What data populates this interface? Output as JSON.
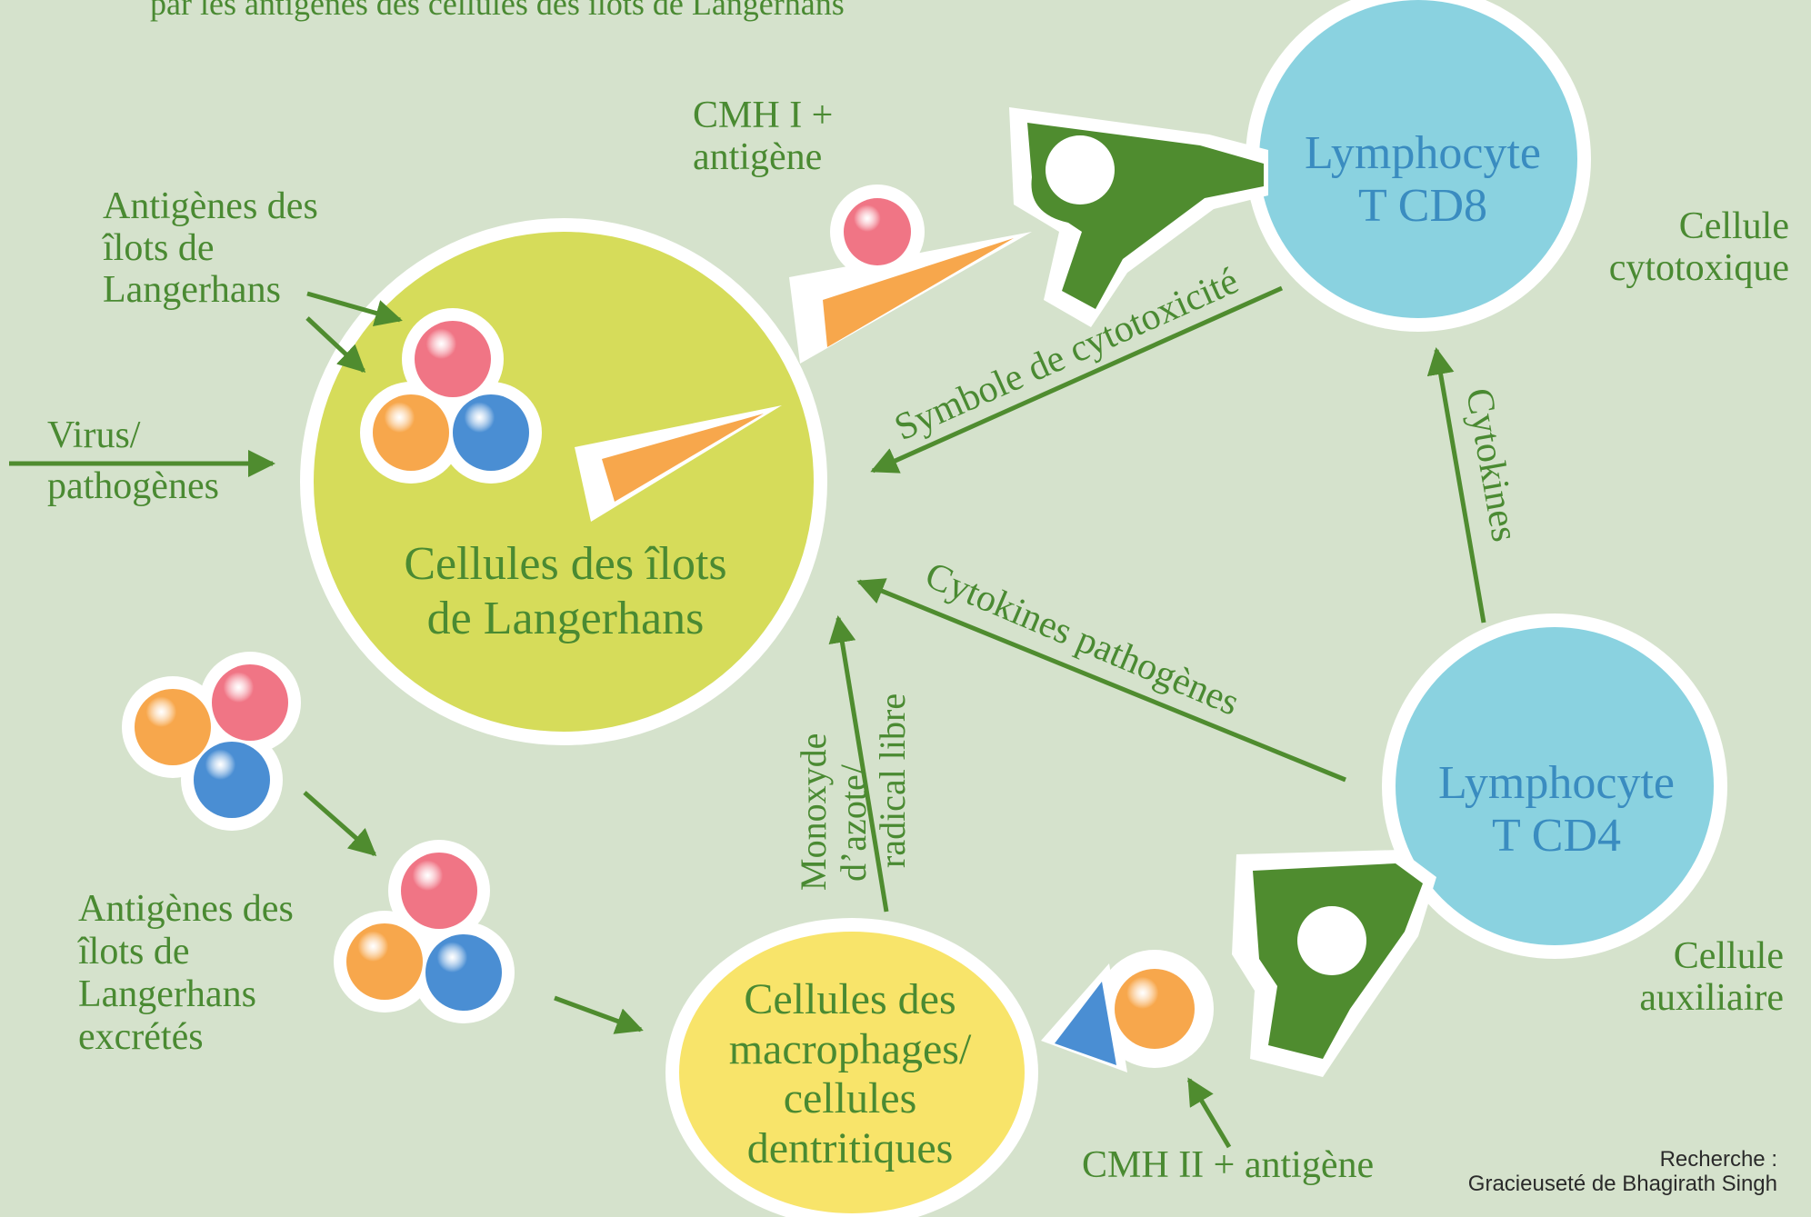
{
  "title_partial": "par les antigènes des cellules des îlots de Langerhans",
  "colors": {
    "background": "#d5e2cc",
    "text_green": "#4a8a32",
    "dark_green": "#4f8c2f",
    "islet_cell": "#d6dc5a",
    "macrophage": "#f8e46a",
    "lymphocyte": "#8ad2e0",
    "lymphocyte_text": "#3a8cc0",
    "orange": "#f7a74c",
    "pink": "#f07585",
    "blue": "#4a8ed3"
  },
  "nodes": {
    "islet_cells": {
      "line1": "Cellules des îlots",
      "line2": "de Langerhans"
    },
    "cd8": {
      "line1": "Lymphocyte",
      "line2": "T CD8"
    },
    "cd4": {
      "line1": "Lymphocyte",
      "line2": "T CD4"
    },
    "macrophage": {
      "line1": "Cellules des",
      "line2": "macrophages/",
      "line3": "cellules",
      "line4": "dentritiques"
    }
  },
  "labels": {
    "mhc1": {
      "line1": "CMH I +",
      "line2": "antigène"
    },
    "islet_antigens": {
      "line1": "Antigènes des",
      "line2": "îlots de",
      "line3": "Langerhans"
    },
    "virus": {
      "line1": "Virus/",
      "line2": "pathogènes"
    },
    "cytotoxic_cell": {
      "line1": "Cellule",
      "line2": "cytotoxique"
    },
    "helper_cell": {
      "line1": "Cellule",
      "line2": "auxiliaire"
    },
    "excreted_antigens": {
      "line1": "Antigènes des",
      "line2": "îlots de",
      "line3": "Langerhans",
      "line4": "excrétés"
    },
    "mhc2": "CMH II + antigène",
    "cytotoxicity_symbol": "Symbole de cytotoxicité",
    "cytokines": "Cytokines",
    "pathogenic_cytokines": "Cytokines pathogènes",
    "nitric_oxide": {
      "line1": "Monoxyde",
      "line2": "d’azote/",
      "line3": "radical libre"
    }
  },
  "credit": {
    "line1": "Recherche :",
    "line2": "Gracieuseté de Bhagirath Singh"
  }
}
